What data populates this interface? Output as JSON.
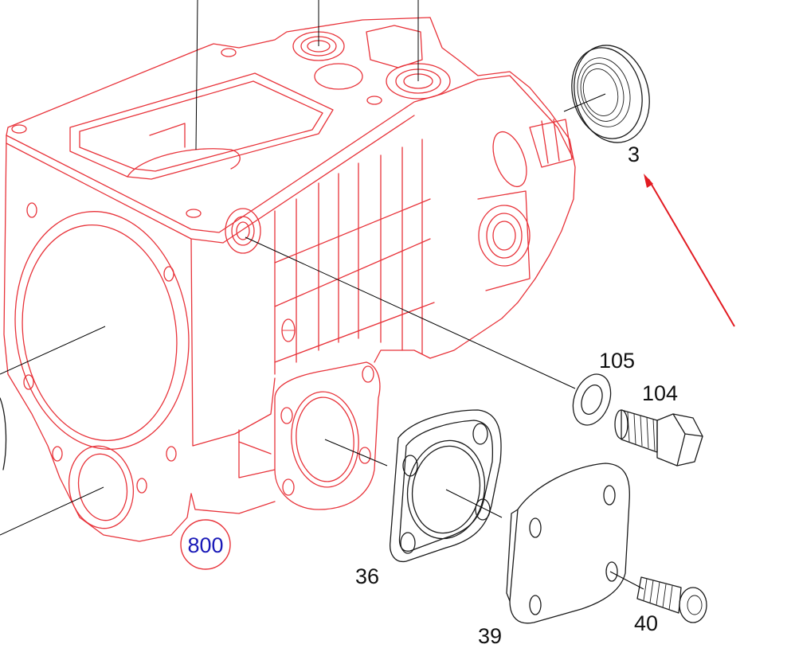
{
  "colors": {
    "housing": "#e8333a",
    "parts": "#1a1a1a",
    "pointer_arrow": "#e21b22",
    "badge_text": "#1a1ab8",
    "badge_circle": "#e8333a",
    "background": "#ffffff"
  },
  "labels": {
    "oil_seal": "3",
    "washer": "105",
    "bolt": "104",
    "gasket": "36",
    "cover_plate": "39",
    "cover_bolt": "40"
  },
  "badge": {
    "text": "800"
  }
}
